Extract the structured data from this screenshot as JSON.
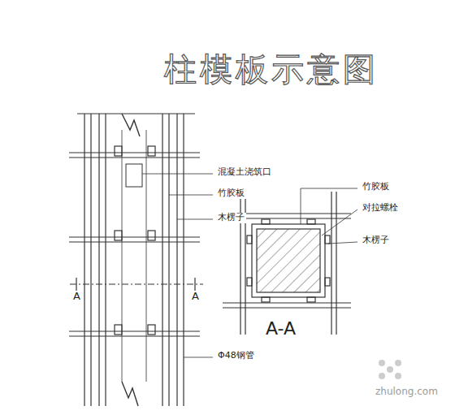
{
  "diagram": {
    "title": "柱模板示意图",
    "labels": [
      "混凝土浇筑口",
      "竹胶板",
      "木楞子",
      "A",
      "A",
      "Φ48钢管",
      "竹胶板",
      "对拉螺栓",
      "木楞子",
      "A-A",
      "zhulong.com"
    ]
  }
}
